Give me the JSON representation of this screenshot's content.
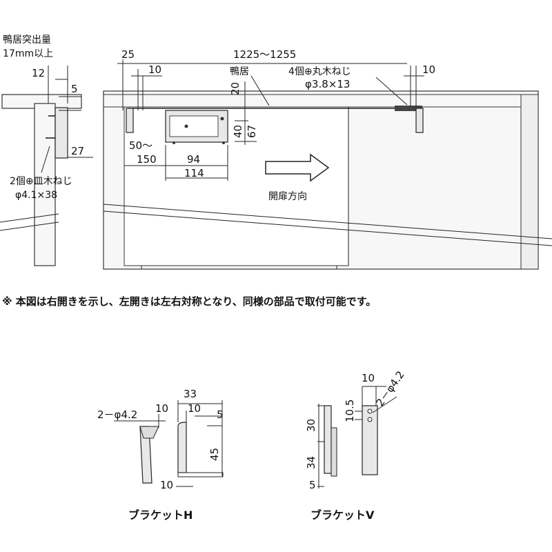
{
  "side_view": {
    "kamoi_label_line1": "鴨居突出量",
    "kamoi_label_line2": "17mm以上",
    "dim_12": "12",
    "dim_5": "5",
    "dim_27": "27",
    "screw_label_line1": "2個⊕皿木ねじ",
    "screw_label_line2": "φ4.1×38"
  },
  "front_view": {
    "dim_25": "25",
    "dim_10_left": "10",
    "dim_range": "1225～1255",
    "kamoi_label": "鴨居",
    "screw_label_line1": "4個⊕丸木ねじ",
    "screw_label_line2": "φ3.8×13",
    "dim_10_right": "10",
    "dim_20": "20",
    "dim_40": "40",
    "dim_67": "67",
    "dim_50_line1": "50～",
    "dim_50_line2": "150",
    "dim_94": "94",
    "dim_114": "114",
    "direction_label": "開扉方向"
  },
  "note": "※ 本図は右開きを示し、左開きは左右対称となり、同様の部品で取付可能です。",
  "bracket_h": {
    "title": "ブラケットH",
    "hole_label": "2－φ4.2",
    "dim_10_top": "10",
    "dim_33": "33",
    "dim_10_mid": "10",
    "dim_5": "5",
    "dim_45": "45",
    "dim_10_bottom": "10"
  },
  "bracket_v": {
    "title": "ブラケットV",
    "dim_10": "10",
    "hole_label": "2－φ4.2",
    "dim_10_5": "10.5",
    "dim_30": "30",
    "dim_34": "34",
    "dim_5": "5"
  }
}
